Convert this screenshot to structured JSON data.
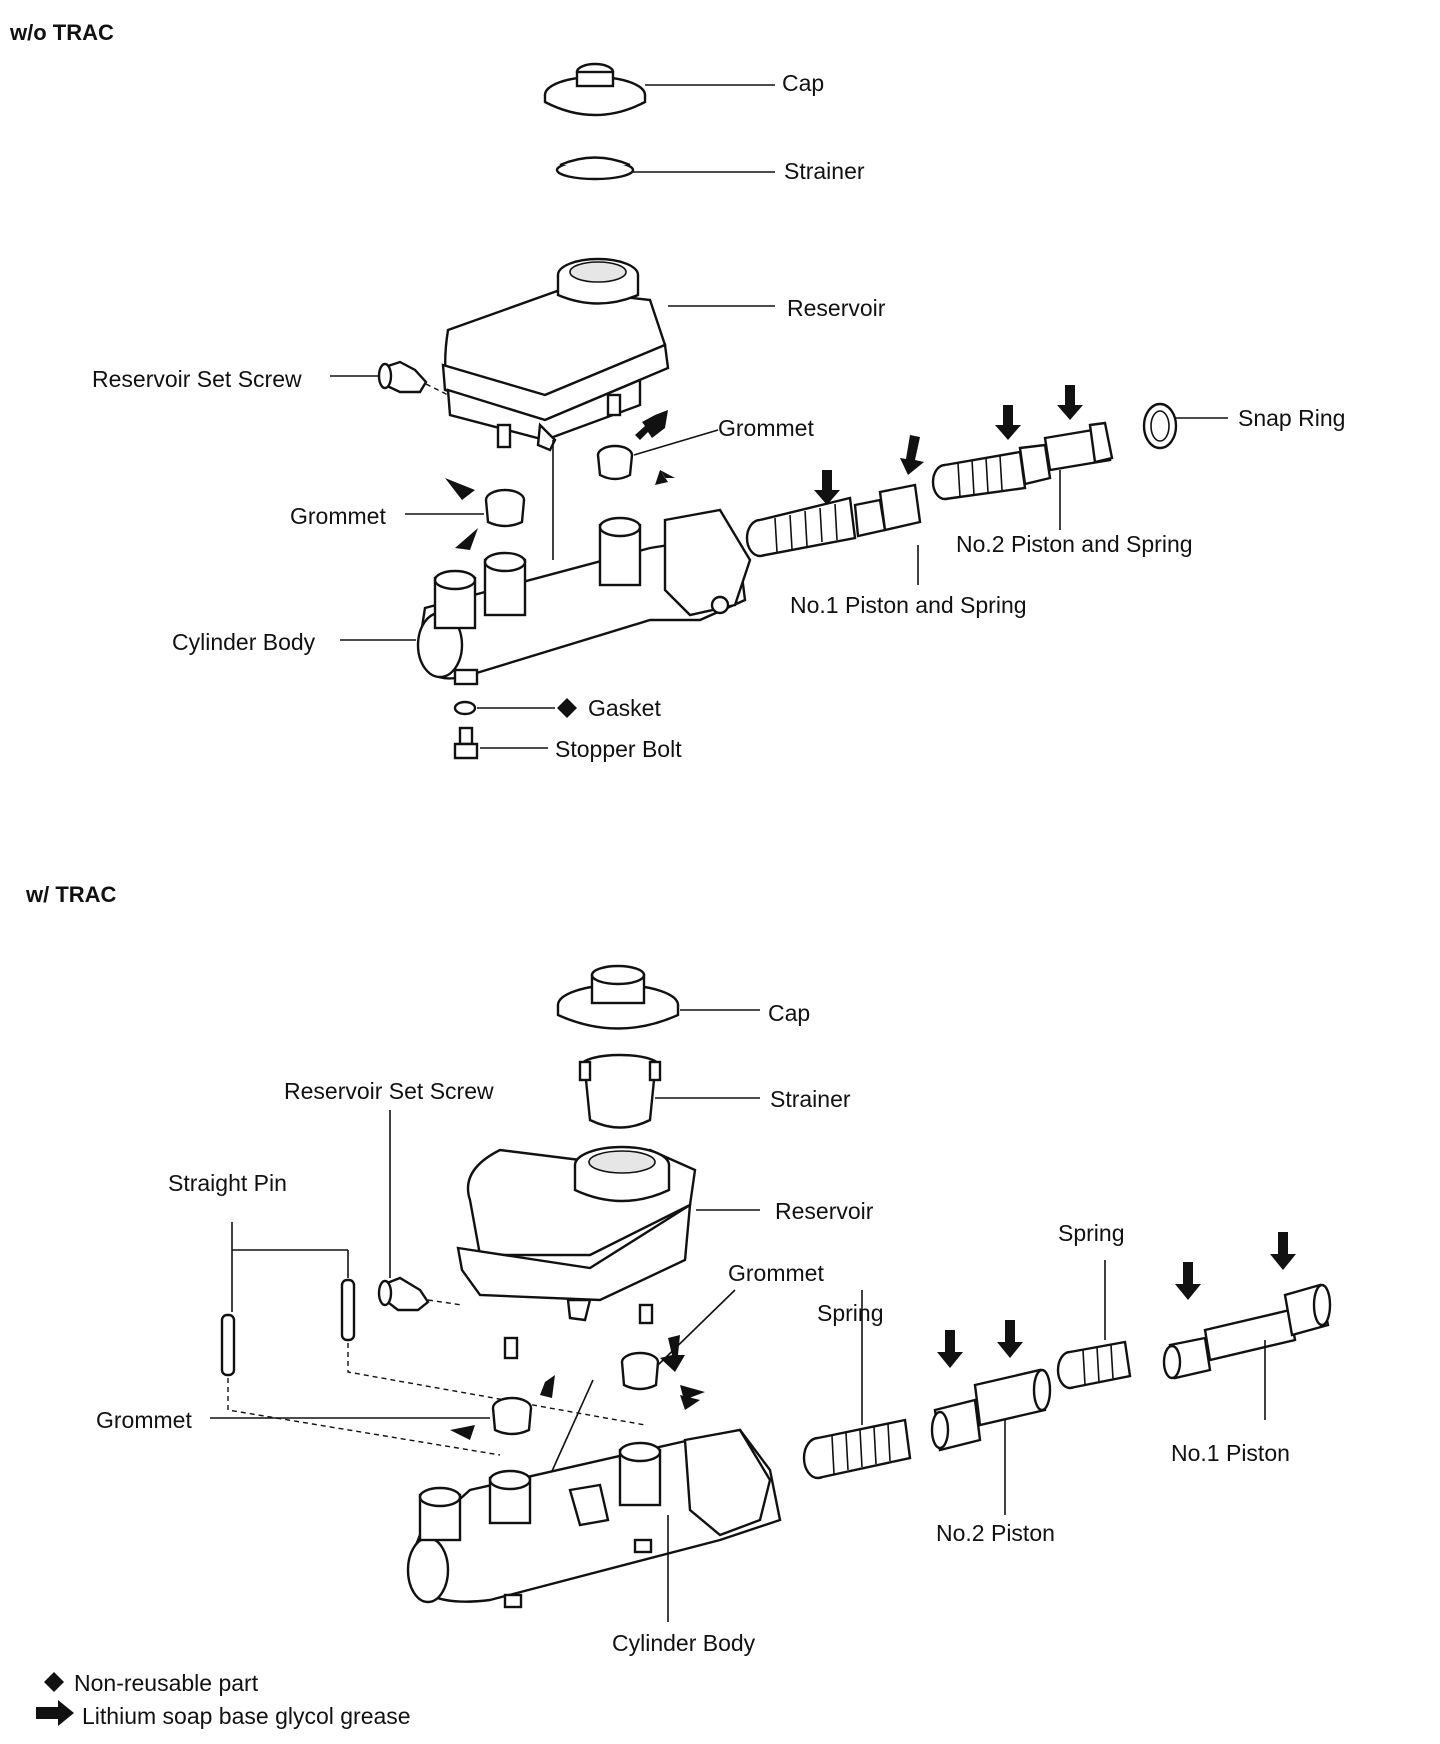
{
  "sections": {
    "without_trac": "w/o TRAC",
    "with_trac": "w/ TRAC"
  },
  "top": {
    "cap": "Cap",
    "strainer": "Strainer",
    "reservoir": "Reservoir",
    "reservoir_set_screw": "Reservoir Set Screw",
    "grommet_right": "Grommet",
    "grommet_left": "Grommet",
    "snap_ring": "Snap Ring",
    "no2_piston_spring": "No.2 Piston and Spring",
    "no1_piston_spring": "No.1 Piston and Spring",
    "cylinder_body": "Cylinder Body",
    "gasket": "Gasket",
    "stopper_bolt": "Stopper Bolt"
  },
  "bottom": {
    "cap": "Cap",
    "strainer": "Strainer",
    "reservoir_set_screw": "Reservoir Set Screw",
    "straight_pin": "Straight Pin",
    "reservoir": "Reservoir",
    "grommet_upper": "Grommet",
    "spring_left": "Spring",
    "spring_right": "Spring",
    "grommet_left": "Grommet",
    "no1_piston": "No.1 Piston",
    "no2_piston": "No.2 Piston",
    "cylinder_body": "Cylinder Body"
  },
  "legend": {
    "non_reusable": "Non-reusable part",
    "grease": "Lithium soap base glycol grease"
  }
}
